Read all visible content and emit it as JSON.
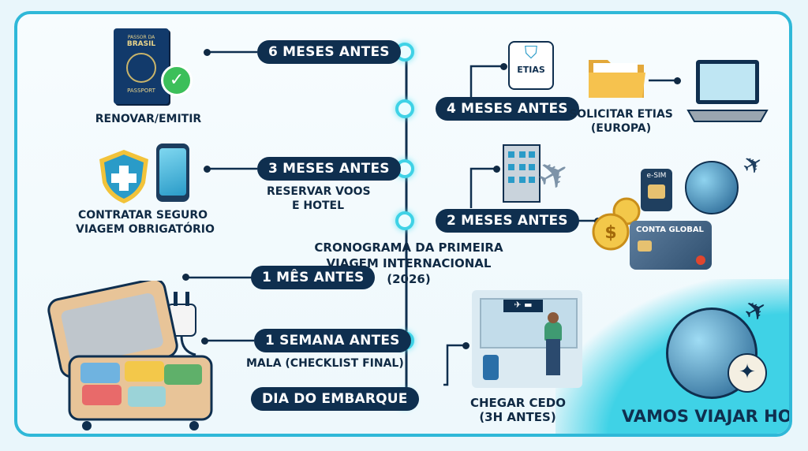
{
  "timeline": {
    "title": "CRONOGRAMA DA PRIMEIRA VIAGEM INTERNACIONAL (2026)",
    "title_line1": "CRONOGRAMA DA PRIMEIRA",
    "title_line2": "VIAGEM INTERNACIONAL",
    "title_line3": "(2026)",
    "steps": [
      {
        "label": "6 MESES ANTES",
        "caption": "RENOVAR/EMITIR"
      },
      {
        "label": "4 MESES ANTES",
        "caption_line1": "SOLICITAR ETIAS",
        "caption_line2": "(EUROPA)"
      },
      {
        "label": "3 MESES ANTES",
        "caption_line1": "RESERVAR VOOS",
        "caption_line2": "E HOTEL",
        "side_caption_line1": "CONTRATAR SEGURO",
        "side_caption_line2": "VIAGEM OBRIGATÓRIO"
      },
      {
        "label": "2 MESES ANTES"
      },
      {
        "label": "1 MÊS ANTES"
      },
      {
        "label": "1 SEMANA ANTES",
        "caption": "MALA (CHECKLIST FINAL)"
      },
      {
        "label": "DIA DO EMBARQUE",
        "caption_line1": "CHEGAR CEDO",
        "caption_line2": "(3H ANTES)"
      }
    ]
  },
  "icons": {
    "passport_line1": "PASSOR DA",
    "passport_line2": "BRASIL",
    "passport_line3": "PASSPORT",
    "etias_badge": "ETIAS",
    "esim_label": "e-SIM",
    "card_label": "CONTA GLOBAL"
  },
  "footer": {
    "slogan": "VAMOS VIAJAR HOJE"
  },
  "colors": {
    "accent": "#3fd2e6",
    "navy": "#0f2f4f",
    "frame": "#2fb8d8"
  }
}
